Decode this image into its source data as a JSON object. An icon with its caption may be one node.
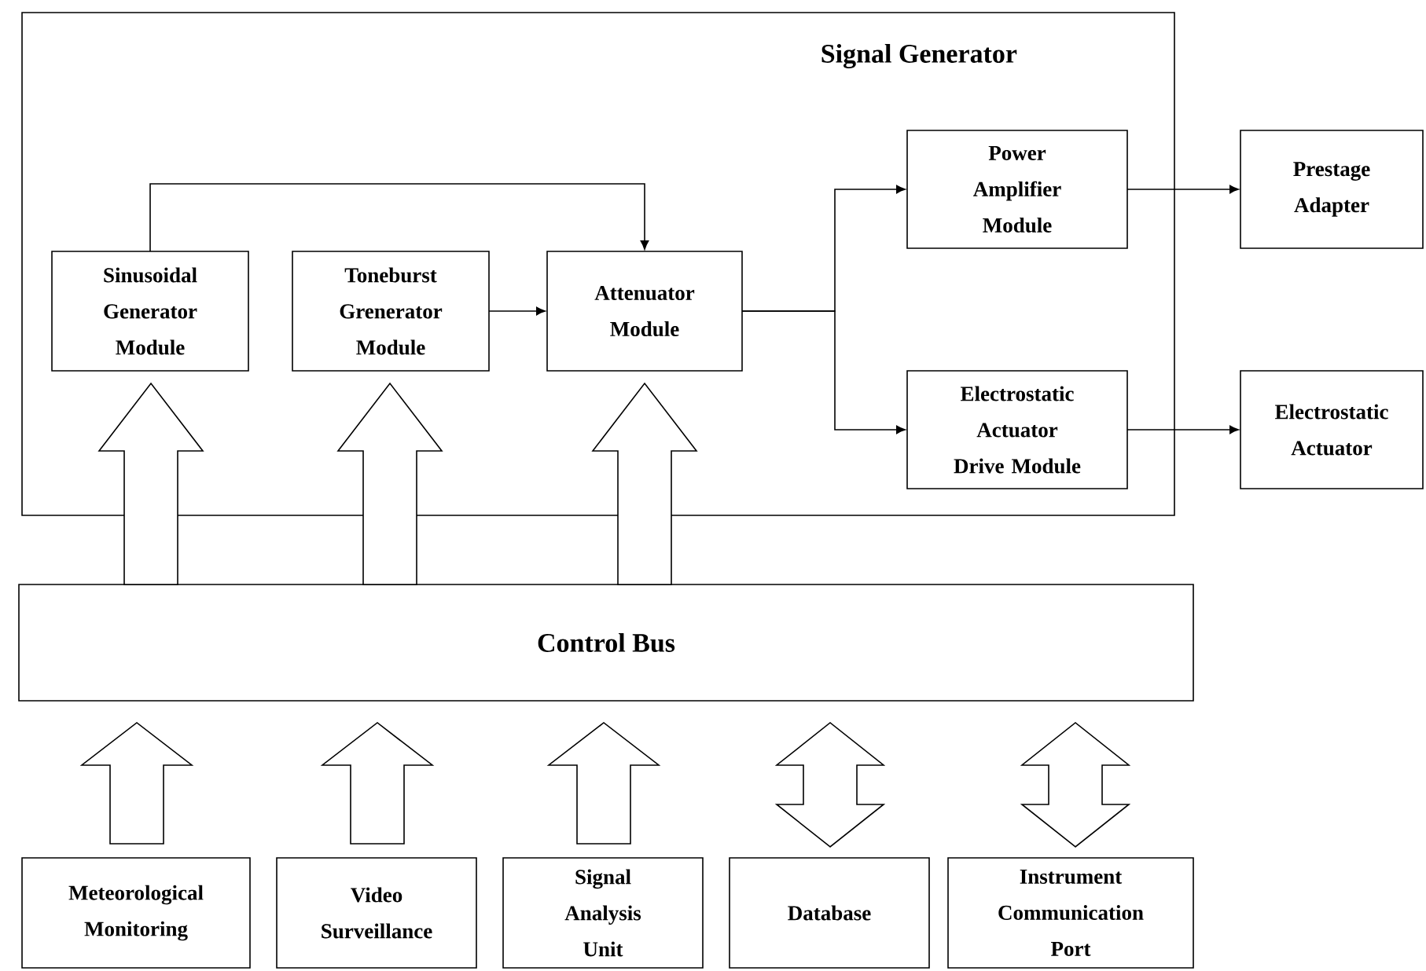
{
  "diagram": {
    "nodes": [
      {
        "text": [
          "Signal Generator"
        ]
      },
      {
        "text": [
          "Sinusoidal Generator Module"
        ],
        "in": 0
      },
      {
        "text": [
          "Toneburst Grenerator Module"
        ],
        "in": 0
      },
      {
        "text": [
          "Attenuator Module"
        ],
        "in": 0
      },
      {
        "text": [
          "Power Amplifier Module"
        ],
        "in": 0
      },
      {
        "text": [
          "Electrostatic Actuator Drive Module"
        ],
        "in": 0
      },
      {
        "text": [
          "Prestage Adapter"
        ]
      },
      {
        "text": [
          "Electrostatic Actuator"
        ]
      },
      {
        "text": [
          "Control Bus"
        ]
      },
      {
        "text": [
          "Meteorological Monitoring"
        ]
      },
      {
        "text": [
          "Video Surveillance"
        ]
      },
      {
        "text": [
          "Signal Analysis Unit"
        ]
      },
      {
        "text": [
          "Database"
        ]
      },
      {
        "text": [
          "Instrument Communication Port"
        ]
      }
    ],
    "edges": [
      {
        "from": 1,
        "to": 3,
        "arrow": "to"
      },
      {
        "from": 2,
        "to": 3,
        "arrow": "to"
      },
      {
        "from": 3,
        "to": 4,
        "arrow": "to"
      },
      {
        "from": 3,
        "to": 5,
        "arrow": "to"
      },
      {
        "from": 4,
        "to": 6,
        "arrow": "to"
      },
      {
        "from": 5,
        "to": 7,
        "arrow": "to"
      },
      {
        "from": 8,
        "to": 1,
        "arrow": "to",
        "style": "thick"
      },
      {
        "from": 8,
        "to": 2,
        "arrow": "to",
        "style": "thick"
      },
      {
        "from": 8,
        "to": 3,
        "arrow": "to",
        "style": "thick"
      },
      {
        "from": 9,
        "to": 8,
        "arrow": "to",
        "style": "thick"
      },
      {
        "from": 10,
        "to": 8,
        "arrow": "to",
        "style": "thick"
      },
      {
        "from": 11,
        "to": 8,
        "arrow": "to",
        "style": "thick"
      },
      {
        "from": 12,
        "to": 8,
        "arrow": "both",
        "style": "thick"
      },
      {
        "from": 13,
        "to": 8,
        "arrow": "both",
        "style": "thick"
      }
    ]
  }
}
